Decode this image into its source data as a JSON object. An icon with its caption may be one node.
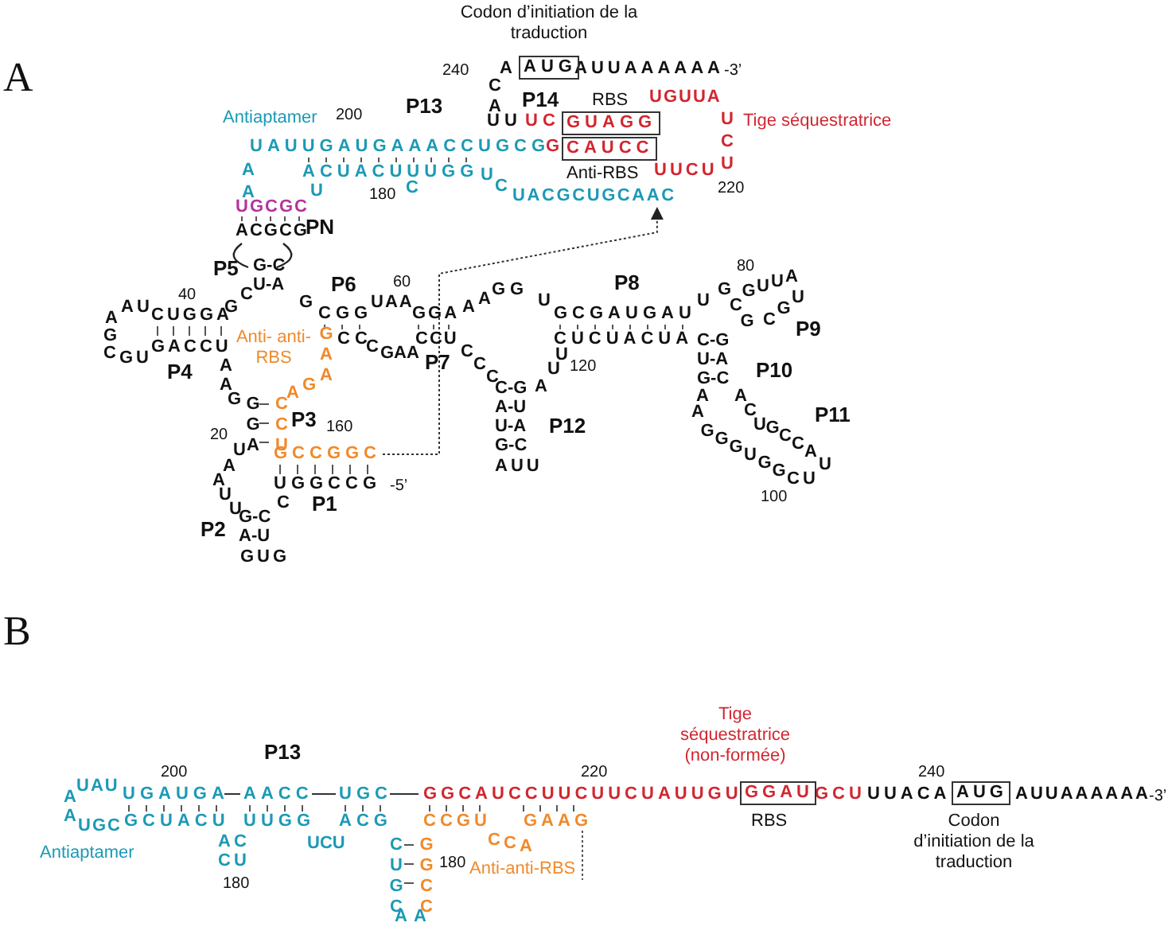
{
  "diagram": {
    "nodes": [
      {
        "text": [
          "AUG"
        ]
      },
      {
        "text": [
          "GUAGG"
        ]
      },
      {
        "text": [
          "CAUCC"
        ]
      },
      {
        "text": [
          "GCCGGC"
        ]
      },
      {
        "text": [
          "UACGCUGCAAC"
        ]
      },
      {
        "text": [
          "GGAU"
        ]
      },
      {
        "text": [
          "AUG"
        ]
      }
    ],
    "edges": [
      {
        "from": 3,
        "to": 4,
        "arrow": "to",
        "style": "dashed"
      }
    ],
    "labels": [
      "A",
      "Codon d’initiation de la traduction",
      "240",
      "A",
      "CA",
      "AUUAAAAAA",
      "-3’",
      "P14",
      "RBS",
      "UGUUA",
      "Antiaptamer",
      "200",
      "P13",
      "UU",
      "UC",
      "UCU",
      "Tige séquestratrice",
      "UAUUGAUGAAACCUGCG",
      "G",
      "AA",
      "ACUACUUUGG",
      "U",
      "Anti-RBS",
      "UUCU",
      "U",
      "180",
      "C",
      "C",
      "220",
      "UGCGC",
      "ACGCG",
      "PN",
      "P5",
      "G-C",
      "U-A",
      "C",
      "G",
      "G",
      "P6",
      "60",
      "A",
      "AU",
      "40",
      "CUGGA",
      "G",
      "C",
      "GU",
      "GACCU",
      "P4",
      "AA",
      "G",
      "GGA",
      "CCU",
      "20",
      "Anti- anti-RBS",
      "GAA",
      "G",
      "A",
      "160",
      "UAA",
      "UU",
      "G-C",
      "A-U",
      "GUG",
      "UGGCCG",
      "-5’",
      "C",
      "P1",
      "P2",
      "P3",
      "CGG",
      "UAA",
      "GGA",
      "CC",
      "C",
      "GAA",
      "CCU",
      "P7",
      "CCC",
      "C-G",
      "A-U",
      "U-A",
      "G-C",
      "AUU",
      "A",
      "P12",
      "AA",
      "GG",
      "U",
      "P8",
      "GCGAUGAU",
      "U",
      "CUCUACUA",
      "U",
      "U",
      "120",
      "80",
      "G",
      "CG",
      "GUUA",
      "UGC",
      "P9",
      "C-G",
      "U-A",
      "G-C",
      "AA",
      "GGGUGGC",
      "ACU",
      "GCCA",
      "UU",
      "P10",
      "P11",
      "100",
      "B",
      "P13",
      "200",
      "A",
      "UAU",
      "UGAUGA",
      "AACC",
      "UGC",
      "GGCAUCCUUCUUCUAUUGU",
      "GCU",
      "UUACA",
      "AUUAAAAAA",
      "-3’",
      "220",
      "Tige séquestratrice (non-formée)",
      "240",
      "A",
      "UGC",
      "GCUACU",
      "UUGG",
      "ACG",
      "CCGU",
      "GAAG",
      "RBS",
      "Codon d’initiation de la traduction",
      "Antiaptamer",
      "AC",
      "CU",
      "UCU",
      "CUGC",
      "GGCC",
      "CCA",
      "180",
      "Anti-anti-RBS",
      "180",
      "AA"
    ]
  }
}
